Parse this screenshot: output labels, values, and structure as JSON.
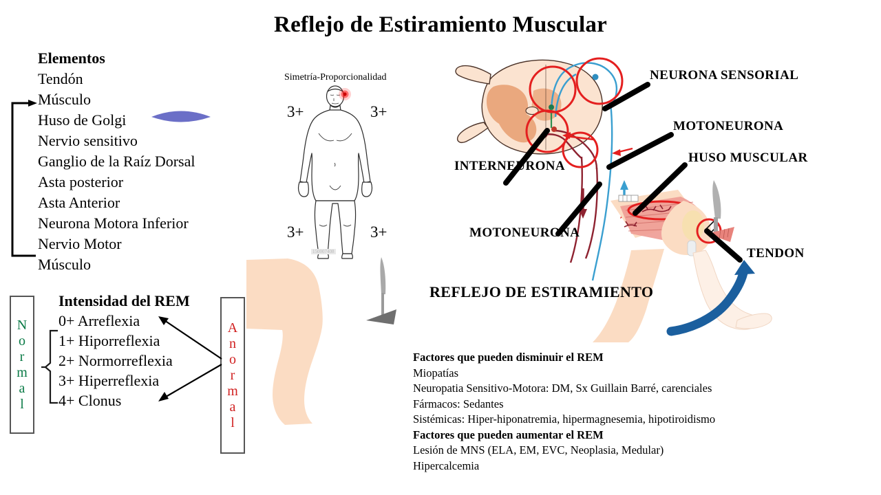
{
  "title": "Reflejo de Estiramiento Muscular",
  "elementos": {
    "heading": "Elementos",
    "items": [
      "Tendón",
      "Músculo",
      "Huso de Golgi",
      "Nervio sensitivo",
      "Ganglio de la Raíz Dorsal",
      "Asta posterior",
      "Asta Anterior",
      "Neurona Motora Inferior",
      "Nervio Motor",
      "Músculo"
    ]
  },
  "rem": {
    "heading": "Intensidad del REM",
    "items": [
      "0+ Arreflexia",
      "1+ Hiporreflexia",
      "2+ Normorreflexia",
      "3+ Hiperreflexia",
      "4+ Clonus"
    ],
    "normal_label": "Normal",
    "anormal_label": "Anormal",
    "normal_color": "#0a7a46",
    "anormal_color": "#d01f1f"
  },
  "body_figure": {
    "caption": "Simetría-Proporcionalidad",
    "upper_left": "3+",
    "upper_right": "3+",
    "lower_left": "3+",
    "lower_right": "3+",
    "watermark": "150007408"
  },
  "diagram_labels": {
    "sensorial": "NEURONA SENSORIAL",
    "motoneurona_1": "MOTONEURONA",
    "huso_muscular": "HUSO MUSCULAR",
    "interneurona": "INTERNEURONA",
    "motoneurona_2": "MOTONEURONA",
    "tendon": "TENDON",
    "reflejo": "REFLEJO DE ESTIRAMIENTO"
  },
  "factors": {
    "decrease_heading": "Factores que pueden disminuir el REM",
    "decrease_items": [
      "Miopatías",
      "Neuropatia Sensitivo-Motora: DM, Sx Guillain Barré, carenciales",
      "Fármacos: Sedantes",
      "Sistémicas: Hiper-hiponatremia, hipermagnesemia, hipotiroidismo"
    ],
    "increase_heading": "Factores que pueden aumentar el REM",
    "increase_items": [
      "Lesión de MNS (ELA, EM, EVC, Neoplasia, Medular)",
      "Hipercalcemia"
    ]
  },
  "colors": {
    "golgi_spindle": "#6b6fc7",
    "highlight_circle": "#e41f1f",
    "sensory_path": "#3a9fd0",
    "motor_path": "#8e2230",
    "reflex_arrow": "#1b5f9e",
    "skin": "#fbdcc3",
    "cord_fill": "#f6ddc8",
    "cord_gray": "#e8a87c"
  }
}
